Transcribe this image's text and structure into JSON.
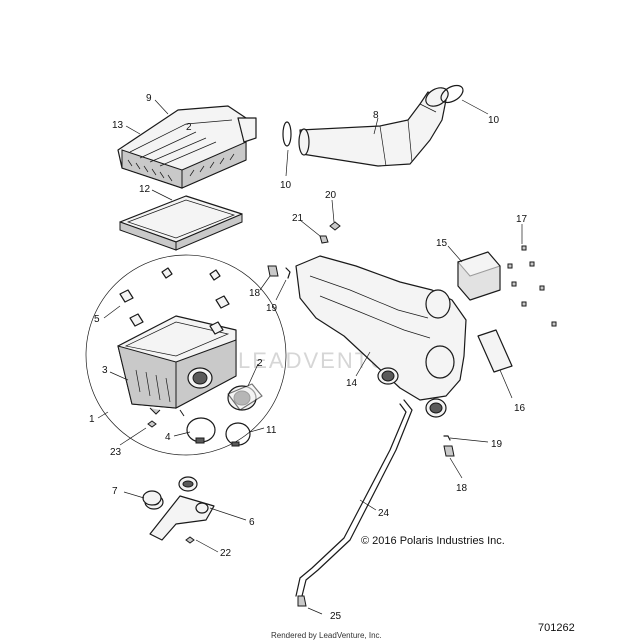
{
  "diagram": {
    "callouts": [
      "9",
      "13",
      "12",
      "5",
      "3",
      "1",
      "23",
      "4",
      "2",
      "11",
      "8",
      "10",
      "10",
      "20",
      "21",
      "17",
      "15",
      "18",
      "19",
      "14",
      "16",
      "19",
      "18",
      "24",
      "7",
      "6",
      "22",
      "25"
    ],
    "watermark": "LEADVENTURE",
    "copyright": "© 2016 Polaris Industries Inc.",
    "part_number": "701262",
    "rendered_by": "Rendered by LeadVenture, Inc."
  }
}
